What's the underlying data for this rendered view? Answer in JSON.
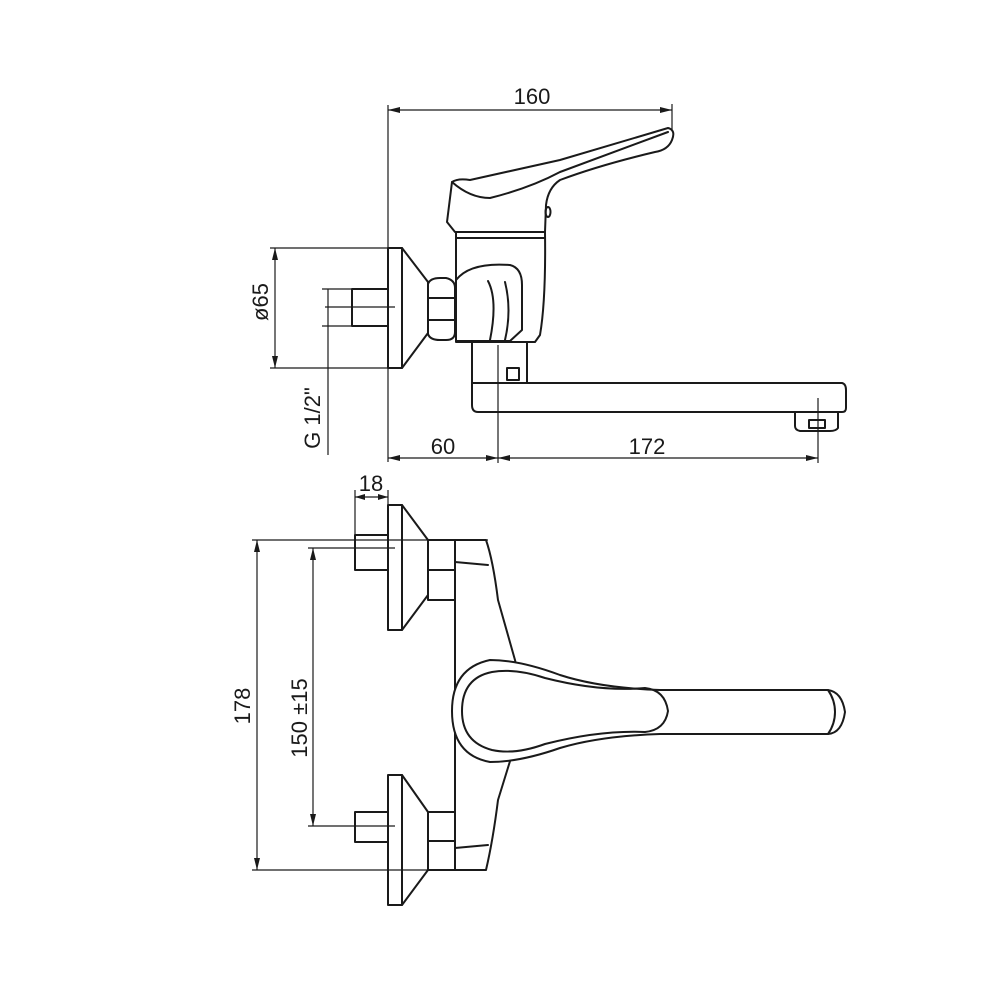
{
  "drawing": {
    "title": "Wall-mounted single lever mixer technical drawing",
    "side_view": {
      "dim_overall_length": "160",
      "dim_flange_diameter": "ø65",
      "dim_thread": "G 1/2\"",
      "dim_wall_to_spout_axis": "60",
      "dim_spout_reach": "172"
    },
    "front_view": {
      "dim_connector_depth": "18",
      "dim_overall_height": "178",
      "dim_center_distance": "150 ±15"
    }
  }
}
